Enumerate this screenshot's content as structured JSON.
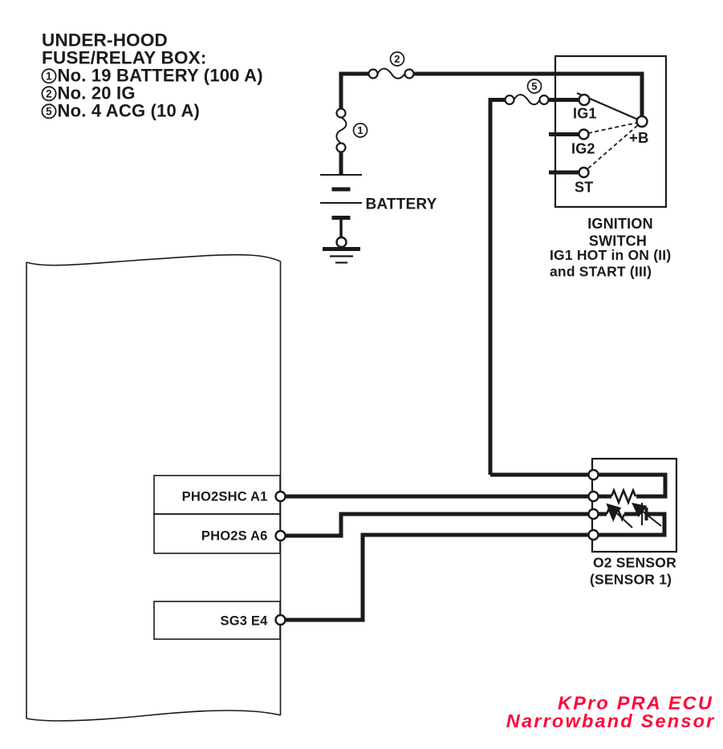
{
  "colors": {
    "ink": "#1a1a1a",
    "red": "#fb0a3c",
    "background": "#ffffff"
  },
  "header": {
    "title_line1": "UNDER-HOOD",
    "title_line2": "FUSE/RELAY BOX:",
    "fuses": [
      {
        "num": "1",
        "label": "No. 19 BATTERY (100 A)"
      },
      {
        "num": "2",
        "label": "No. 20 IG"
      },
      {
        "num": "5",
        "label": "No. 4 ACG (10 A)"
      }
    ]
  },
  "callouts": {
    "battery_fuse": "1",
    "ig_fuse": "2",
    "acg_fuse": "5"
  },
  "battery": {
    "label": "BATTERY"
  },
  "ignition_switch": {
    "ig1": "IG1",
    "ig2": "IG2",
    "st": "ST",
    "plus_b": "+B",
    "name_line1": "IGNITION",
    "name_line2": "SWITCH",
    "note_line1": "IG1 HOT in ON (II)",
    "note_line2": "and START (III)"
  },
  "ecu_pins": [
    {
      "label": "PHO2SHC A1"
    },
    {
      "label": "PHO2S A6"
    },
    {
      "label": "SG3 E4"
    }
  ],
  "o2_sensor": {
    "label_line1": "O2 SENSOR",
    "label_line2": "(SENSOR 1)"
  },
  "watermark": {
    "line1": "KPro PRA ECU",
    "line2": "Narrowband Sensor"
  }
}
